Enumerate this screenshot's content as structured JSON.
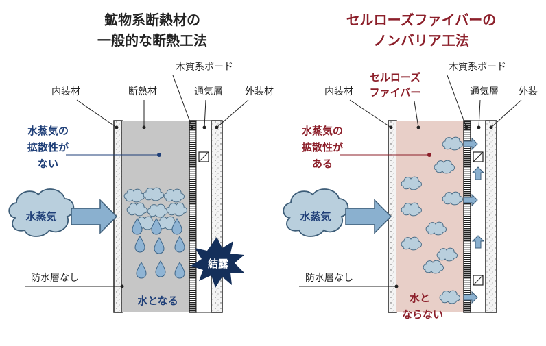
{
  "left": {
    "title_line1": "鉱物系断熱材の",
    "title_line2": "一般的な断熱工法",
    "labels": {
      "inner": "内装材",
      "insulation": "断熱材",
      "wood_board": "木質系ボード",
      "vent": "通気層",
      "outer": "外装材",
      "diffusion_l1": "水蒸気の",
      "diffusion_l2": "拡散性が",
      "diffusion_l3": "ない",
      "vapor": "水蒸気",
      "no_waterproof": "防水層なし",
      "becomes_water": "水となる",
      "condensation": "結露"
    }
  },
  "right": {
    "title_line1": "セルローズファイバーの",
    "title_line2": "ノンバリア工法",
    "labels": {
      "inner": "内装材",
      "cellulose_l1": "セルローズ",
      "cellulose_l2": "ファイバー",
      "wood_board": "木質系ボード",
      "vent": "通気層",
      "outer": "外装",
      "diffusion_l1": "水蒸気の",
      "diffusion_l2": "拡散性が",
      "diffusion_l3": "ある",
      "vapor": "水蒸気",
      "no_waterproof": "防水層なし",
      "no_water_l1": "水と",
      "no_water_l2": "ならない"
    }
  },
  "colors": {
    "dark_text": "#222222",
    "blue_text": "#1f3f78",
    "red_text": "#8c1f2a",
    "left_fill": "#c6c6c6",
    "right_fill": "#e8cfc8",
    "vapor_fill": "#b9cfdd",
    "arrow_fill": "#8ab0cf",
    "drop_fill": "#8fb4d4",
    "burst_fill": "#142f5a"
  },
  "icons": [
    "vapor-cloud-icon",
    "arrow-right-icon",
    "water-drop-icon",
    "condensation-burst-icon",
    "arrow-up-icon"
  ]
}
